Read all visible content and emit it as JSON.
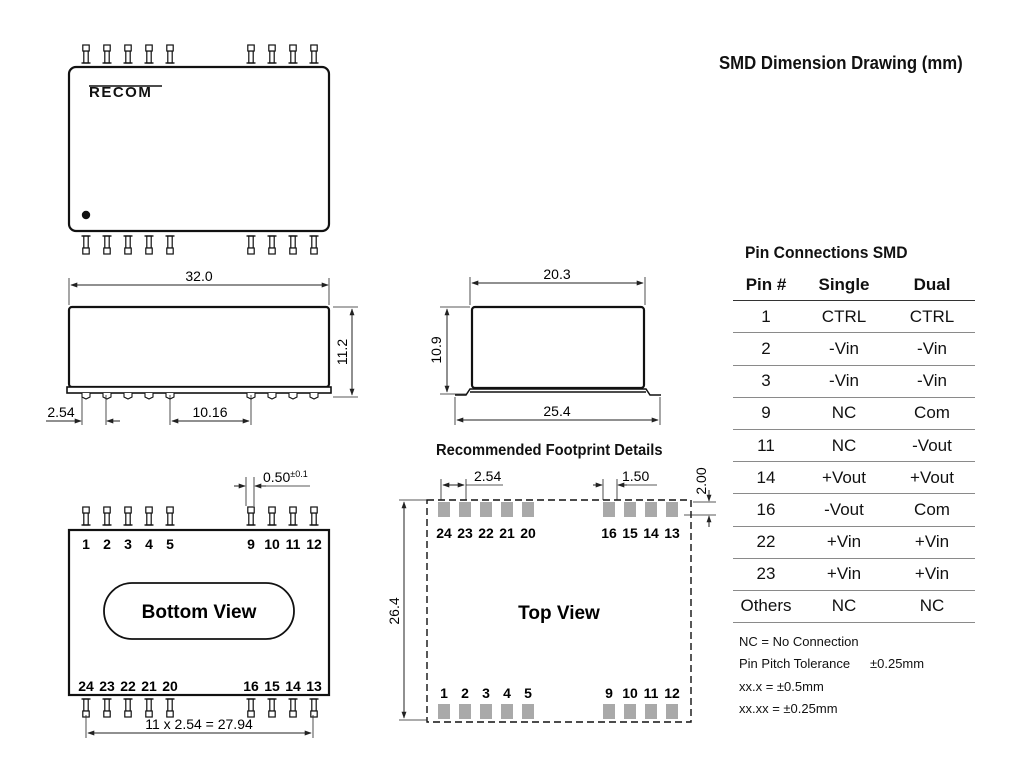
{
  "title": "SMD Dimension Drawing (mm)",
  "logo_text": "RECOM",
  "side_view": {
    "length": "32.0",
    "height": "11.2",
    "pin_pitch": "2.54",
    "gap": "10.16"
  },
  "end_view": {
    "width": "20.3",
    "height": "10.9",
    "footprint": "25.4"
  },
  "bottom_view": {
    "label": "Bottom View",
    "top_pins": [
      "1",
      "2",
      "3",
      "4",
      "5",
      "9",
      "10",
      "11",
      "12"
    ],
    "bottom_pins": [
      "24",
      "23",
      "22",
      "21",
      "20",
      "16",
      "15",
      "14",
      "13"
    ],
    "pin_width": "0.50",
    "pin_width_tol": "±0.1",
    "span": "11 x 2.54 = 27.94"
  },
  "footprint": {
    "title": "Recommended Footprint Details",
    "label": "Top View",
    "pitch": "2.54",
    "pad_width": "1.50",
    "pad_length": "2.00",
    "height": "26.4",
    "top_pins": [
      "24",
      "23",
      "22",
      "21",
      "20",
      "16",
      "15",
      "14",
      "13"
    ],
    "bottom_pins": [
      "1",
      "2",
      "3",
      "4",
      "5",
      "9",
      "10",
      "11",
      "12"
    ]
  },
  "pin_table": {
    "title": "Pin Connections SMD",
    "headers": [
      "Pin #",
      "Single",
      "Dual"
    ],
    "rows": [
      [
        "1",
        "CTRL",
        "CTRL"
      ],
      [
        "2",
        "-Vin",
        "-Vin"
      ],
      [
        "3",
        "-Vin",
        "-Vin"
      ],
      [
        "9",
        "NC",
        "Com"
      ],
      [
        "11",
        "NC",
        "-Vout"
      ],
      [
        "14",
        "+Vout",
        "+Vout"
      ],
      [
        "16",
        "-Vout",
        "Com"
      ],
      [
        "22",
        "+Vin",
        "+Vin"
      ],
      [
        "23",
        "+Vin",
        "+Vin"
      ],
      [
        "Others",
        "NC",
        "NC"
      ]
    ]
  },
  "notes": {
    "nc": "NC = No Connection",
    "pitch_label": "Pin Pitch Tolerance",
    "pitch_value": "±0.25mm",
    "xx_x": "xx.x = ±0.5mm",
    "xx_xx": "xx.xx = ±0.25mm"
  }
}
